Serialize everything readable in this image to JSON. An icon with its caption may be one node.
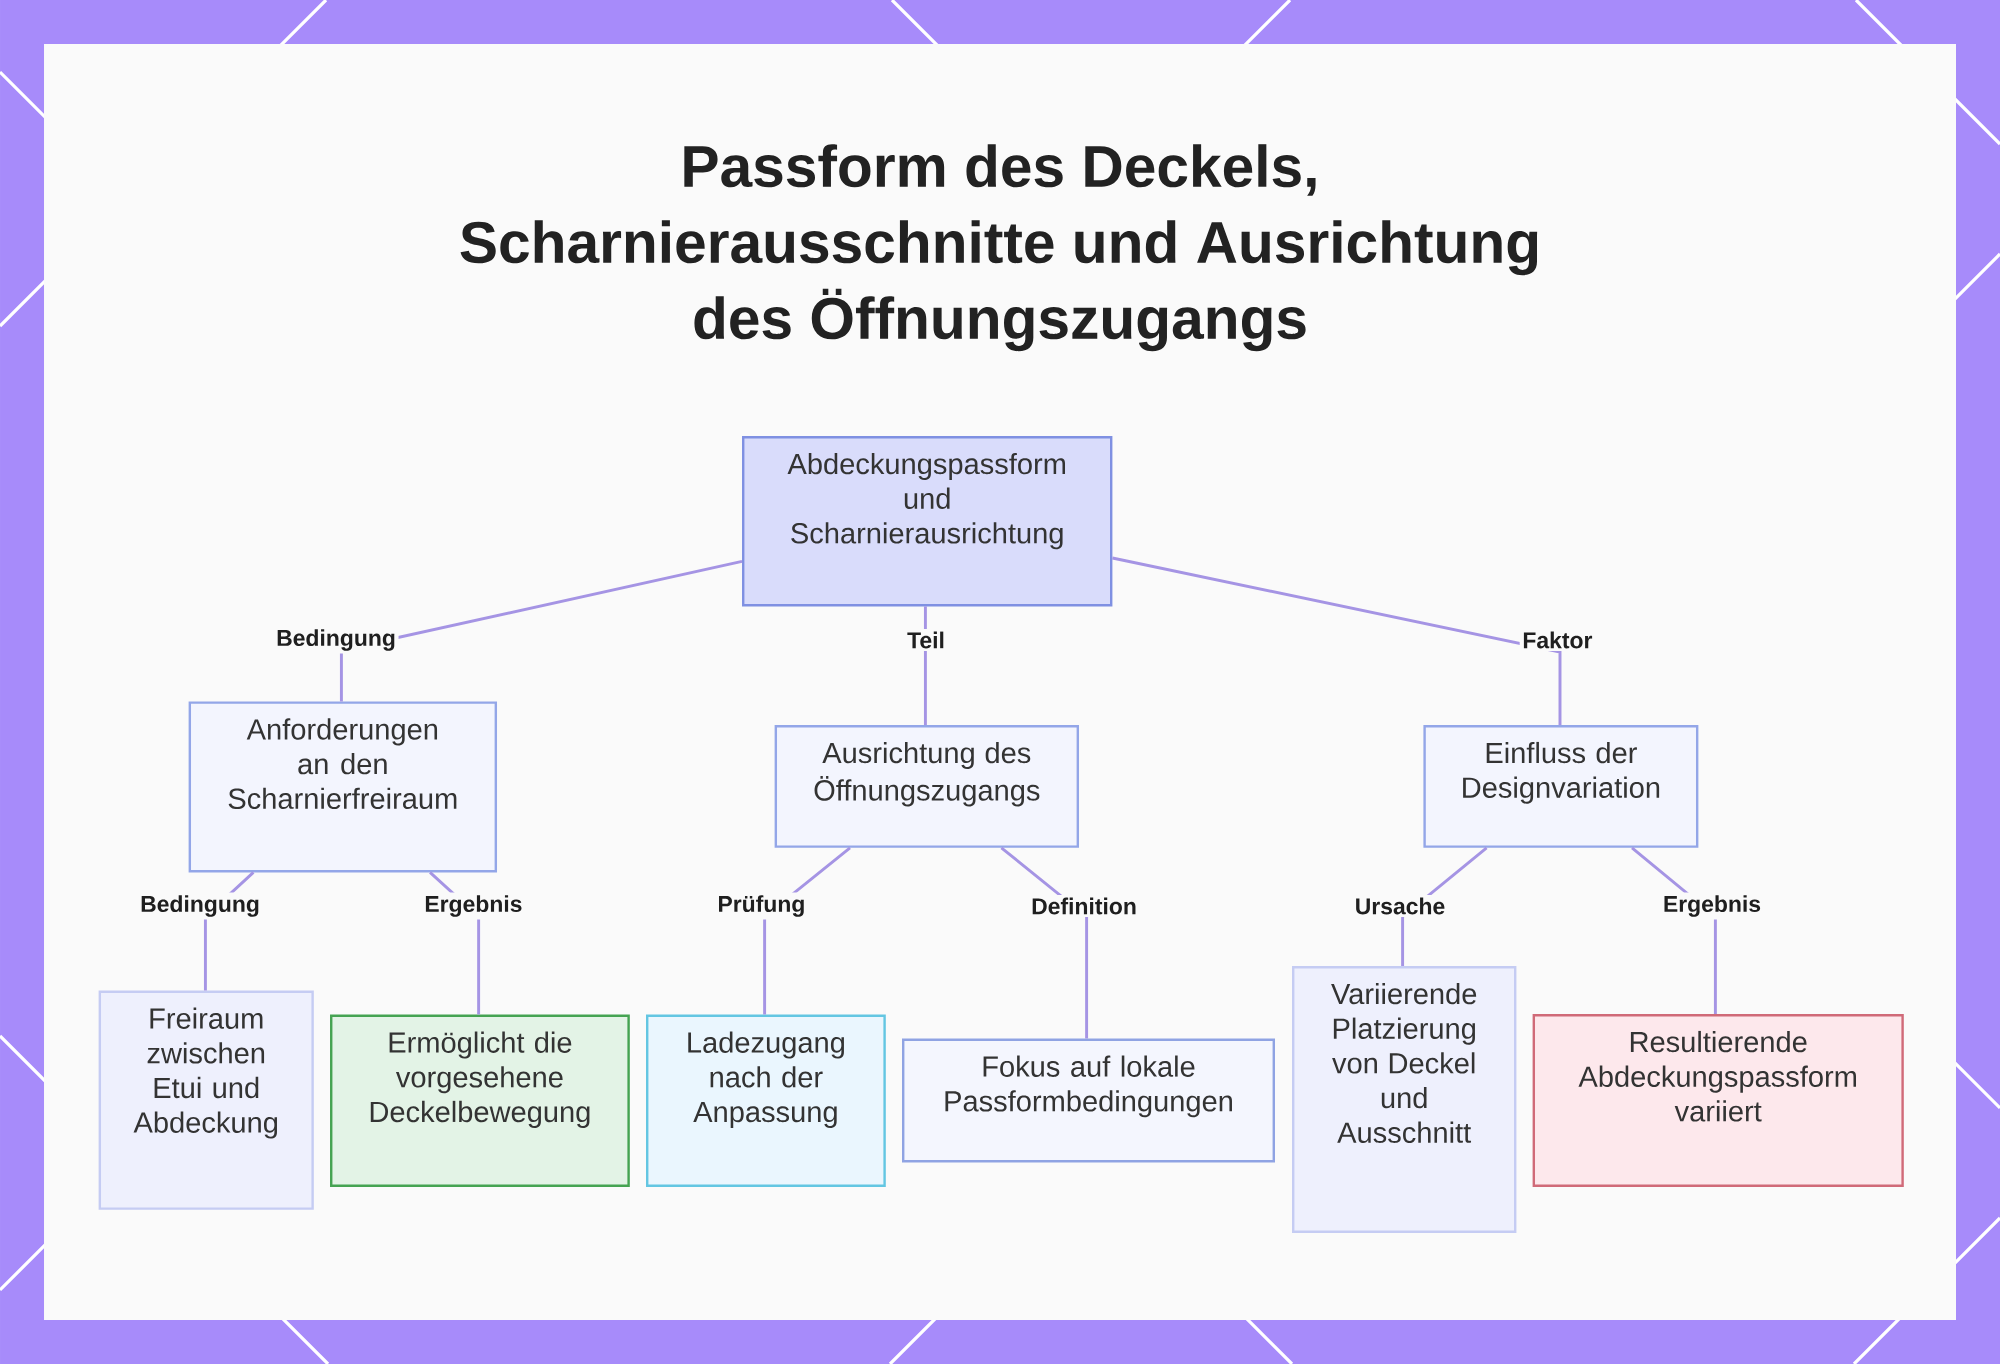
{
  "diagram": {
    "title": "Passform des Deckels, Scharnierausschnitte und Ausrichtung des Öffnungszugangs",
    "nodes": [
      {
        "text": [
          "Abdeckungspassform und Scharnierausrichtung"
        ]
      },
      {
        "text": [
          "Anforderungen an den Scharnierfreiraum"
        ]
      },
      {
        "text": [
          "Ausrichtung des Öffnungszugangs"
        ]
      },
      {
        "text": [
          "Einfluss der Designvariation"
        ]
      },
      {
        "text": [
          "Freiraum zwischen Etui und Abdeckung"
        ]
      },
      {
        "text": [
          "Ermöglicht die vorgesehene Deckelbewegung"
        ]
      },
      {
        "text": [
          "Ladezugang nach der Anpassung"
        ]
      },
      {
        "text": [
          "Fokus auf lokale Passformbedingungen"
        ]
      },
      {
        "text": [
          "Variierende Platzierung von Deckel und Ausschnitt"
        ]
      },
      {
        "text": [
          "Resultierende Abdeckungspassform variiert"
        ]
      }
    ],
    "edges": [
      {
        "from": 0,
        "to": 1,
        "label": "Bedingung",
        "arrow": "none"
      },
      {
        "from": 0,
        "to": 2,
        "label": "Teil",
        "arrow": "none"
      },
      {
        "from": 0,
        "to": 3,
        "label": "Faktor",
        "arrow": "none"
      },
      {
        "from": 1,
        "to": 4,
        "label": "Bedingung",
        "arrow": "none"
      },
      {
        "from": 1,
        "to": 5,
        "label": "Ergebnis",
        "arrow": "none"
      },
      {
        "from": 2,
        "to": 6,
        "label": "Prüfung",
        "arrow": "none"
      },
      {
        "from": 2,
        "to": 7,
        "label": "Definition",
        "arrow": "none"
      },
      {
        "from": 3,
        "to": 8,
        "label": "Ursache",
        "arrow": "none"
      },
      {
        "from": 3,
        "to": 9,
        "label": "Ergebnis",
        "arrow": "none"
      }
    ]
  }
}
